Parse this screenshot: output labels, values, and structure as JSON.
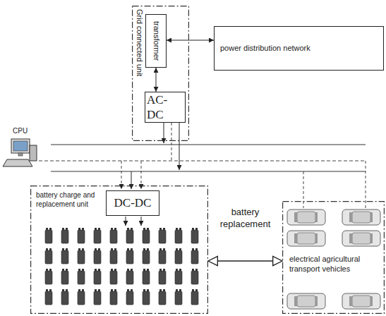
{
  "diagram": {
    "nodes": [
      {
        "text": [
          "Grid connected unit"
        ]
      },
      {
        "text": [
          "transformer"
        ],
        "in": 0
      },
      {
        "text": [
          "AC-DC"
        ],
        "in": 0
      },
      {
        "text": [
          "power distribution network"
        ]
      },
      {
        "text": [
          "battery charge and replacement unit"
        ]
      },
      {
        "text": [
          "DC-DC"
        ],
        "in": 4
      },
      {
        "text": [
          "electrical agricultural transport vehicles"
        ]
      }
    ],
    "edges": [
      {
        "from": 1,
        "to": 3,
        "arrow": "both"
      },
      {
        "from": 1,
        "to": 2,
        "arrow": "both"
      },
      {
        "from": 4,
        "to": 6,
        "label": "battery replacement",
        "arrow": "both"
      }
    ],
    "labels": [
      "CPU"
    ]
  }
}
